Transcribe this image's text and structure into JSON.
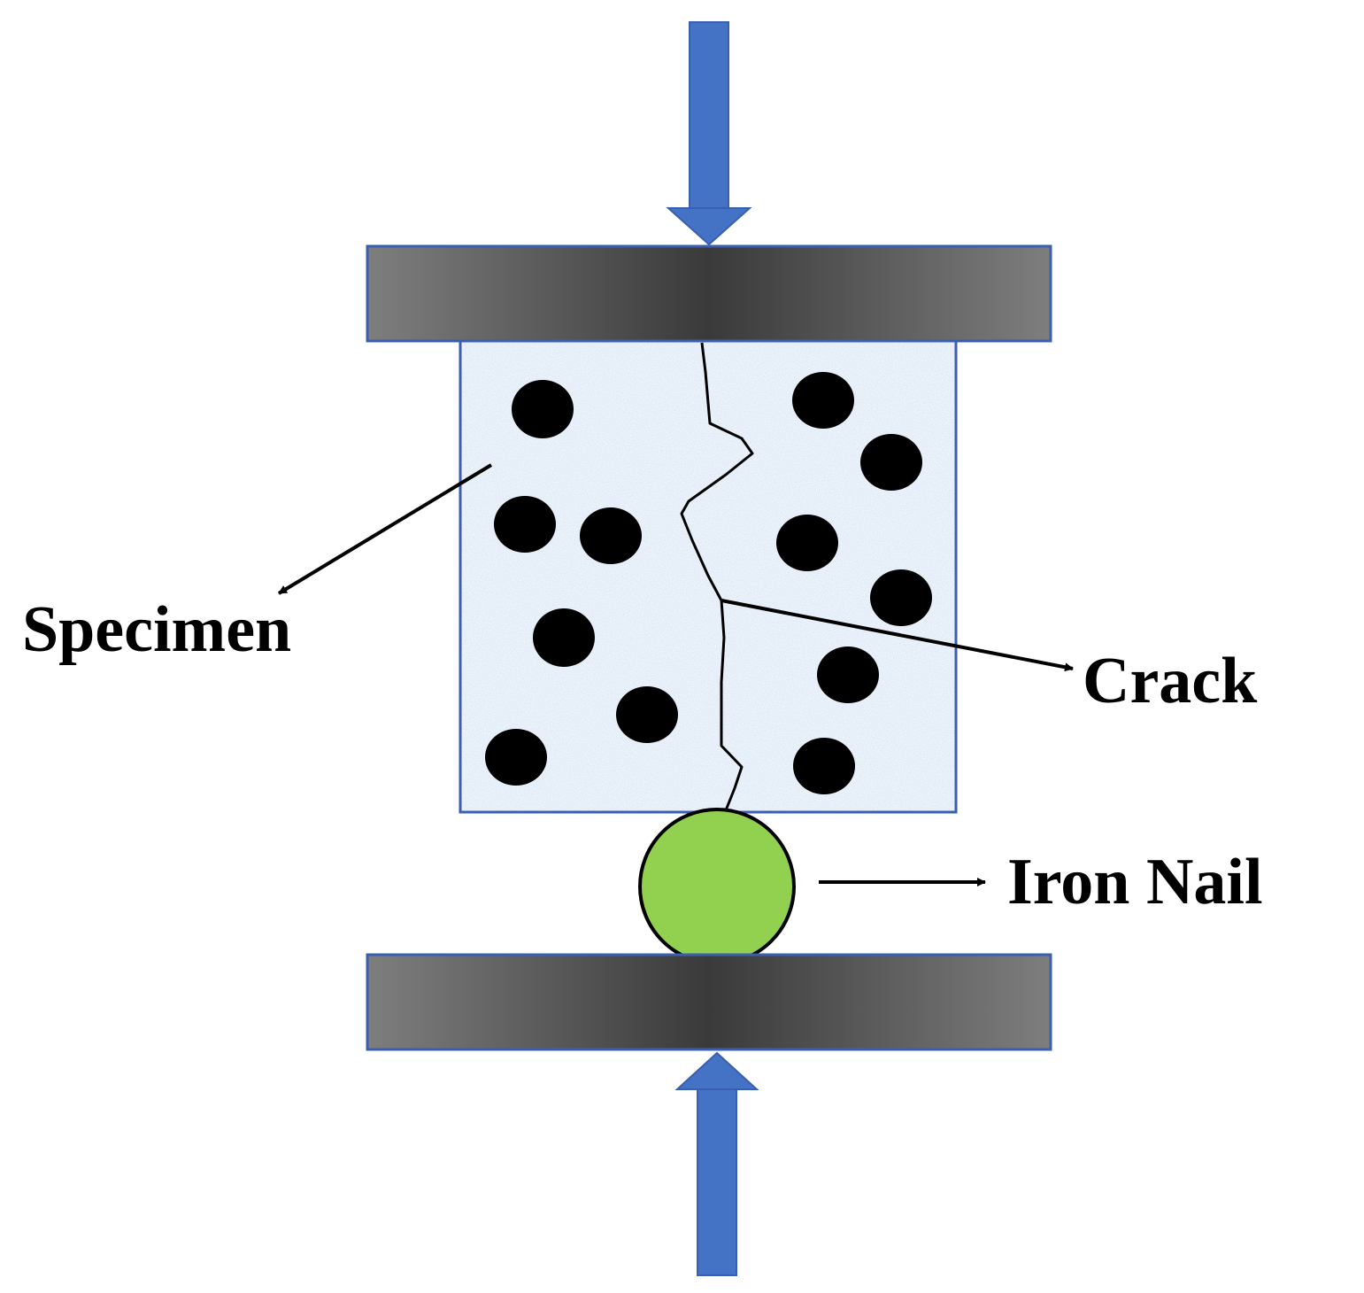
{
  "labels": {
    "specimen": "Specimen",
    "crack": "Crack",
    "iron_nail": "Iron Nail"
  },
  "colors": {
    "load_arrow": "#4472c4",
    "plate_edge": "#3a5fb0",
    "plate_dark": "#3a3a3a",
    "plate_light": "#7e7e7e",
    "specimen_fill": "#dce8f6",
    "specimen_edge": "#3a5fb0",
    "aggregate": "#000000",
    "nail_fill": "#92d050",
    "crack_line": "#000000",
    "leader_line": "#000000"
  }
}
